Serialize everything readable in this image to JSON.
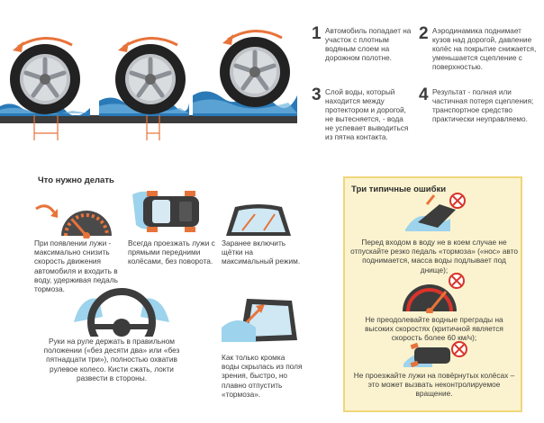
{
  "colors": {
    "accent_orange": "#e8733a",
    "water_blue": "#2a7ab8",
    "light_blue": "#9dd3ec",
    "asphalt": "#3b3b3b",
    "mistakes_bg": "#fbf3cf",
    "mistakes_border": "#efd77a",
    "danger_red": "#d9342b"
  },
  "steps": [
    {
      "num": "1",
      "text": "Автомобиль попадает на участок с плотным водяным слоем на дорожном полотне."
    },
    {
      "num": "2",
      "text": "Аэродинамика поднимает кузов над дорогой, давление колёс на покрытие снижается, уменьшается сцепление с поверхностью."
    },
    {
      "num": "3",
      "text": "Слой воды, который находится между протектором и дорогой, не вытесняется, - вода не успевает выводиться из пятна контакта."
    },
    {
      "num": "4",
      "text": "Результат - полная или частичная потеря сцепления; транспортное средство практически неуправляемо."
    }
  ],
  "todo": {
    "title": "Что нужно делать",
    "items": [
      {
        "icon": "speedometer-icon",
        "text": "При появлении лужи - максимально снизить скорость движения автомобиля и входить в воду, удерживая педаль тормоза."
      },
      {
        "icon": "car-straight-wheels-icon",
        "text": "Всегда проезжать лужи с прямыми передними колёсами, без поворота."
      },
      {
        "icon": "windshield-wipers-icon",
        "text": "Заранее включить щётки на максимальный режим."
      },
      {
        "icon": "steering-wheel-hands-icon",
        "text": "Руки на руле держать в правильном положении («без десяти два» или «без пятнадцати три»), полностью охватив рулевое колесо. Кисти сжать, локти развести в стороны."
      },
      {
        "icon": "pedal-release-icon",
        "text": "Как только кромка воды скрылась из поля зрения, быстро, но плавно отпустить «тормоза»."
      }
    ]
  },
  "mistakes": {
    "title": "Три типичные ошибки",
    "items": [
      {
        "icon": "braking-in-water-icon",
        "text": "Перед входом в воду не в коем случае не отпускайте резко педаль «тормоза» («нос» авто поднимается, масса воды подлывает под днище);"
      },
      {
        "icon": "high-speed-icon",
        "text": "Не преодолевайте водные преграды на высоких скоростях (критичной является скорость более 60 км/ч);"
      },
      {
        "icon": "turned-wheels-icon",
        "text": "Не проезжайте лужи на повёрнутых колёсах – это может вызвать неконтролируемое вращение."
      }
    ]
  }
}
